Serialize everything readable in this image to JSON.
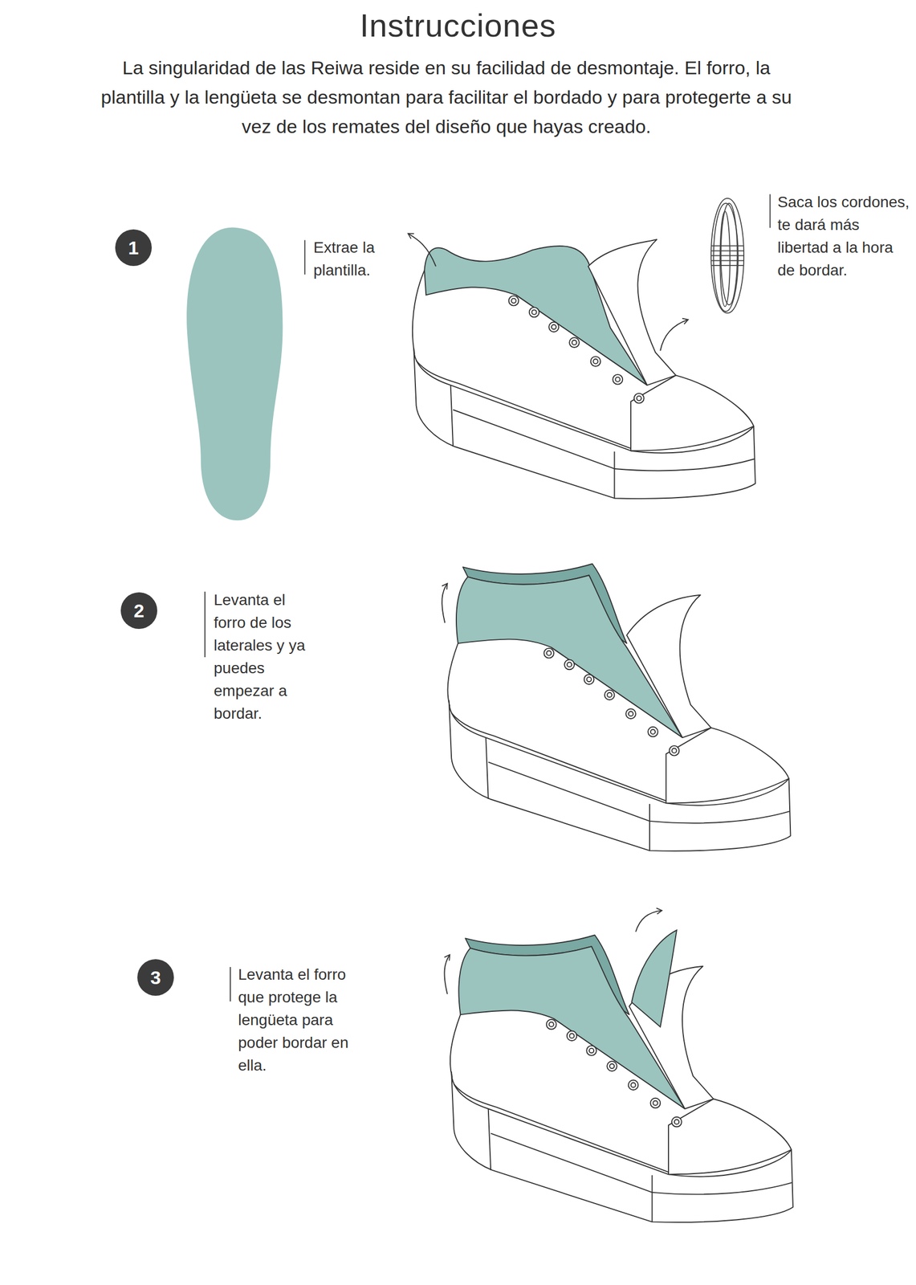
{
  "diagram": {
    "title": "Instrucciones",
    "nodes": [
      {
        "text": [
          "1"
        ]
      },
      {
        "text": [
          "2"
        ]
      },
      {
        "text": [
          "3"
        ]
      }
    ],
    "labels": [
      "La singularidad de las Reiwa reside en su facilidad de desmontaje. El forro, la plantilla y la lengüeta se desmontan para facilitar el bordado y para protegerte a su vez de los remates del diseño que hayas creado.",
      "Extrae la plantilla.",
      "Saca los cordones, te dará más libertad a la hora de bordar.",
      "Levanta el forro de los laterales y ya puedes empezar a bordar.",
      "Levanta el forro que protege la lengüeta para poder bordar en ella."
    ]
  }
}
